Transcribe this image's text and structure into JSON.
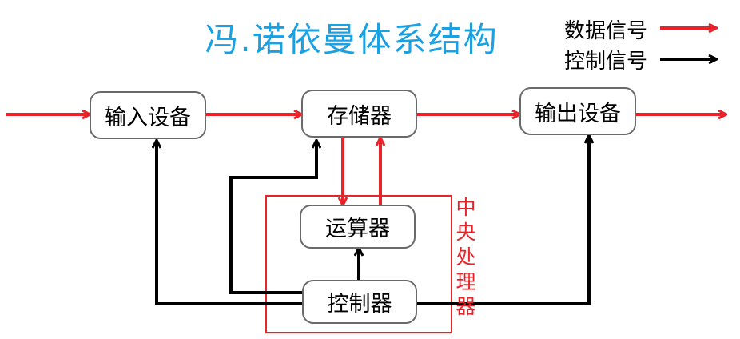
{
  "title": "冯.诺依曼体系结构",
  "legend": {
    "data_signal": "数据信号",
    "control_signal": "控制信号"
  },
  "nodes": {
    "input": "输入设备",
    "memory": "存储器",
    "output": "输出设备",
    "alu": "运算器",
    "control": "控制器"
  },
  "cpu_label_chars": [
    "中",
    "央",
    "处",
    "理",
    "器"
  ],
  "colors": {
    "title": "#1ba1e2",
    "data": "#e8232a",
    "control": "#000000",
    "cpu_frame": "#e8232a",
    "node_border": "#6a6a6a"
  }
}
